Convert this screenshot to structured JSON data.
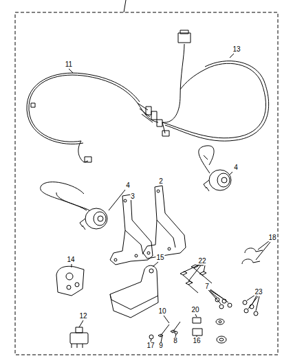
{
  "diagram": {
    "labels": [
      "11",
      "13",
      "4",
      "4",
      "3",
      "2",
      "14",
      "15",
      "22",
      "18",
      "7",
      "23",
      "12",
      "10",
      "20",
      "17",
      "9",
      "8",
      "16"
    ]
  }
}
